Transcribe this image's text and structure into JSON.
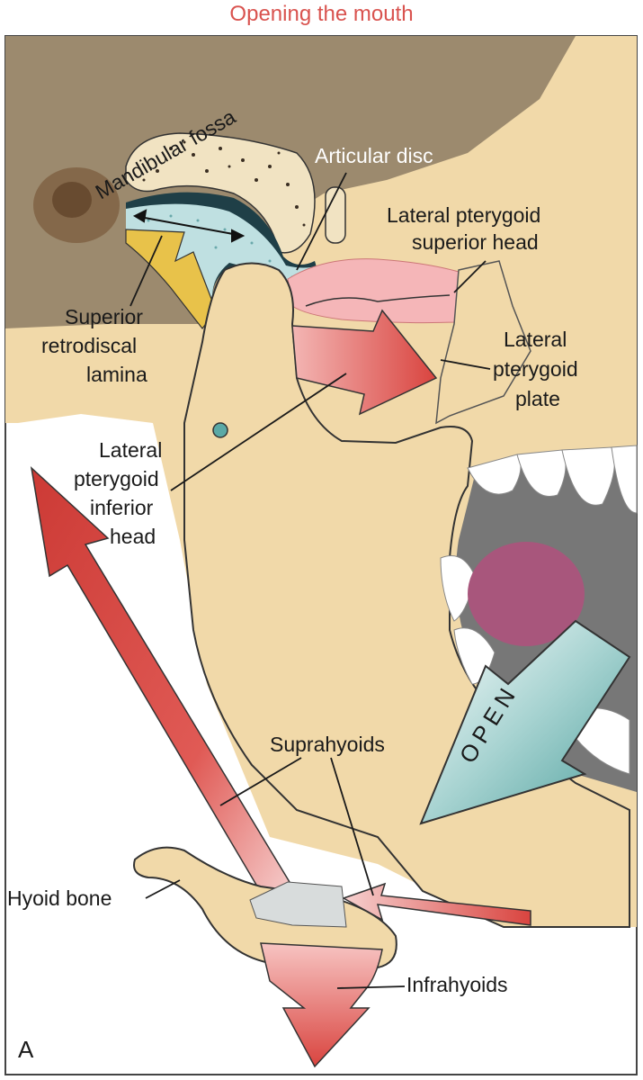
{
  "title": "Opening the mouth",
  "labels": {
    "mandibular_fossa": "Mandibular fossa",
    "articular_disc": "Articular disc",
    "lp_superior_head_1": "Lateral pterygoid",
    "lp_superior_head_2": "superior head",
    "superior_retrodiscal_1": "Superior",
    "superior_retrodiscal_2": "retrodiscal",
    "superior_retrodiscal_3": "lamina",
    "lp_plate_1": "Lateral",
    "lp_plate_2": "pterygoid",
    "lp_plate_3": "plate",
    "lp_inferior_head_1": "Lateral",
    "lp_inferior_head_2": "pterygoid",
    "lp_inferior_head_3": "inferior",
    "lp_inferior_head_4": "head",
    "open": "OPEN",
    "suprahyoids": "Suprahyoids",
    "hyoid_bone": "Hyoid bone",
    "infrahyoids": "Infrahyoids",
    "panel_letter": "A"
  },
  "colors": {
    "skull_dark": "#9c8a6e",
    "bone": "#f1d9a9",
    "muscle_red": "#d9443f",
    "disc_blue": "#bfe0e1",
    "open_arrow": "#5aa9a6",
    "tongue": "#a8567c",
    "mouth_gray": "#777777"
  }
}
